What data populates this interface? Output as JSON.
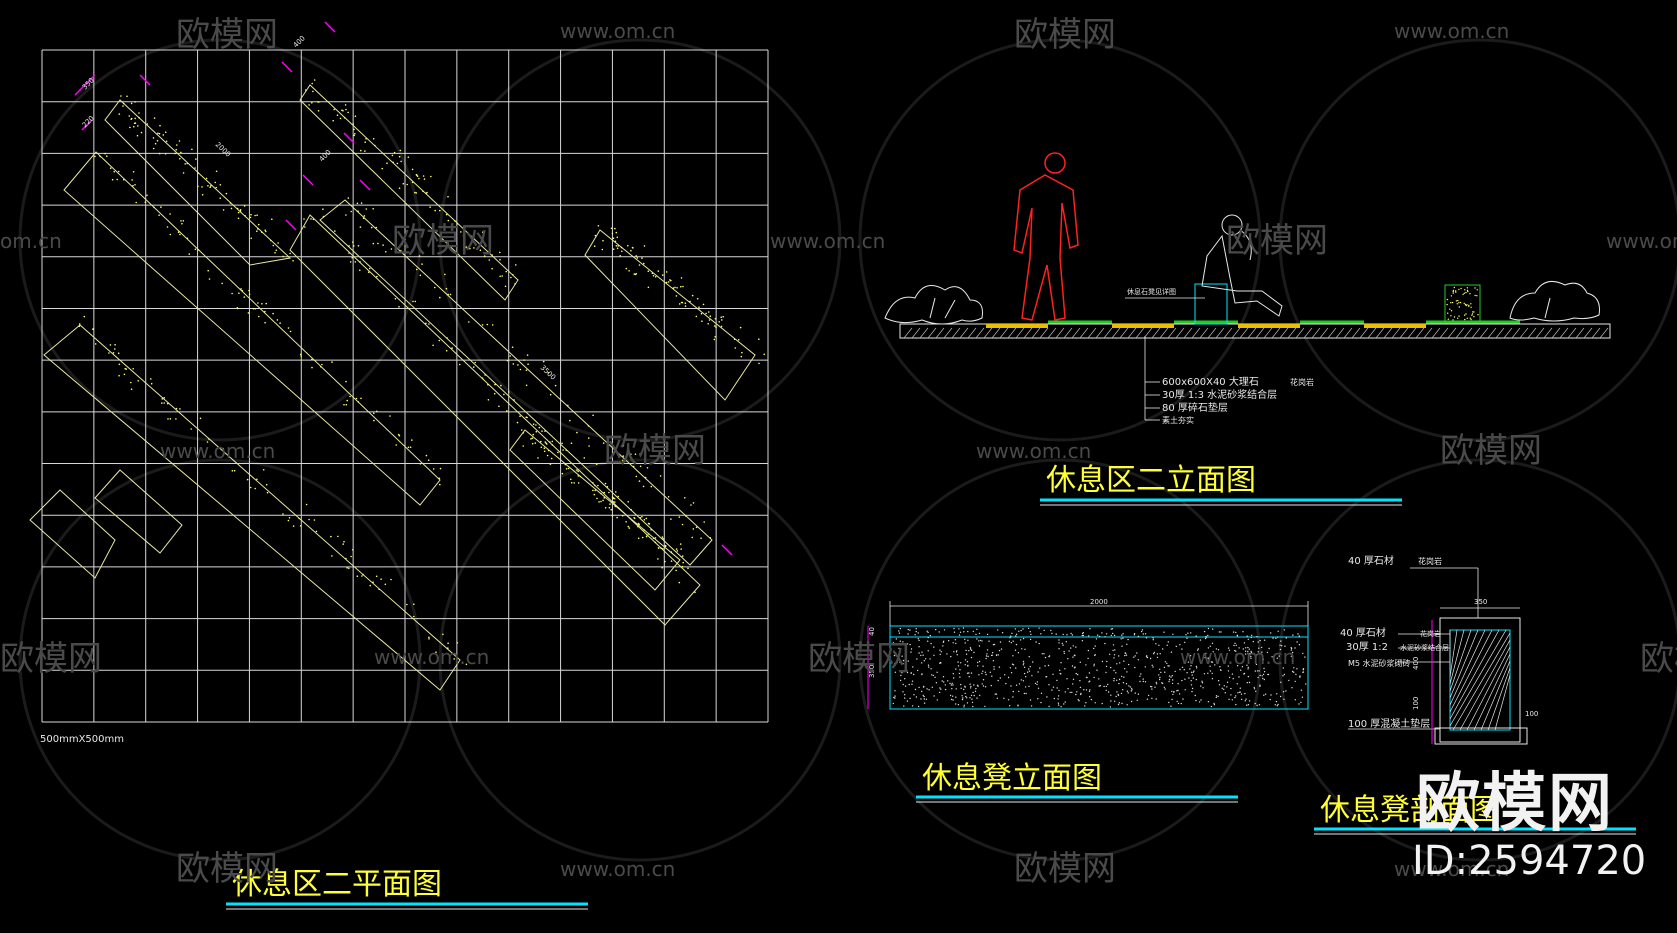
{
  "titles": {
    "plan": "休息区二平面图",
    "elevation": "休息区二立面图",
    "bench_elevation": "休息凳立面图",
    "bench_section": "休息凳剖面图"
  },
  "plan": {
    "grid_note": "500mmX500mm",
    "dims": [
      "350",
      "220",
      "2000",
      "400",
      "3500"
    ]
  },
  "elevation": {
    "callout": "休息石凳见详图",
    "layers": [
      "600x600X40 大理石",
      "30厚 1:3 水泥砂浆结合层",
      "80 厚碎石垫层",
      "素土夯实"
    ],
    "layer_note": "花岗岩"
  },
  "bench_elevation": {
    "length": "2000",
    "left_dims": [
      "40",
      "350"
    ]
  },
  "bench_section": {
    "top_label": "40 厚石材",
    "top_right": "花岗岩",
    "width": "350",
    "layers": [
      "40 厚石材",
      "30厚 1:2",
      "M5 水泥砂浆砌砖"
    ],
    "layer_right": [
      "花岗岩",
      "水泥砂浆结合层"
    ],
    "base_label": "100 厚混凝土垫层",
    "side_dims": [
      "100",
      "400",
      "100"
    ]
  },
  "watermarks": {
    "site": "www.om.cn",
    "site_short": "om.cn",
    "brand": "欧模网",
    "logo": "欧模网",
    "id": "ID:2594720"
  },
  "colors": {
    "line_white": "#e8e8e8",
    "title_yellow": "#ffff33",
    "underline_cyan": "#00e5ff",
    "dim_magenta": "#ff00ff",
    "person_red": "#ff2020",
    "grass_green": "#22cc22",
    "speckle": "#ffff66"
  }
}
